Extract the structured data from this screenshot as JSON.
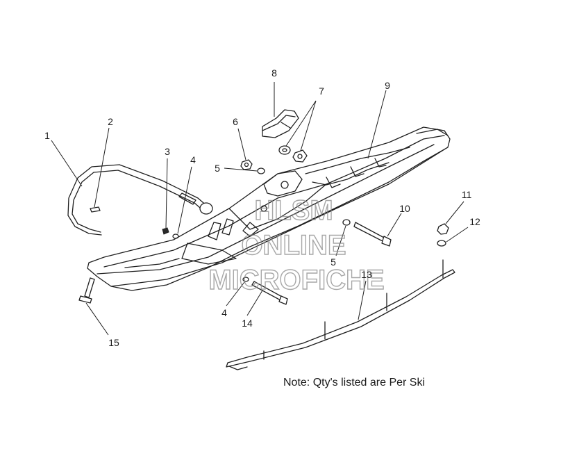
{
  "callouts": [
    {
      "id": "1",
      "text": "1"
    },
    {
      "id": "2",
      "text": "2"
    },
    {
      "id": "3",
      "text": "3"
    },
    {
      "id": "4a",
      "text": "4"
    },
    {
      "id": "5a",
      "text": "5"
    },
    {
      "id": "6",
      "text": "6"
    },
    {
      "id": "7",
      "text": "7"
    },
    {
      "id": "8",
      "text": "8"
    },
    {
      "id": "9",
      "text": "9"
    },
    {
      "id": "10",
      "text": "10"
    },
    {
      "id": "11",
      "text": "11"
    },
    {
      "id": "12",
      "text": "12"
    },
    {
      "id": "5b",
      "text": "5"
    },
    {
      "id": "13",
      "text": "13"
    },
    {
      "id": "4b",
      "text": "4"
    },
    {
      "id": "14",
      "text": "14"
    },
    {
      "id": "15",
      "text": "15"
    }
  ],
  "note": "Note: Qty's listed are Per Ski",
  "watermark": {
    "line1": "HLSM",
    "line2": "ONLINE",
    "line3": "MICROFICHE"
  }
}
